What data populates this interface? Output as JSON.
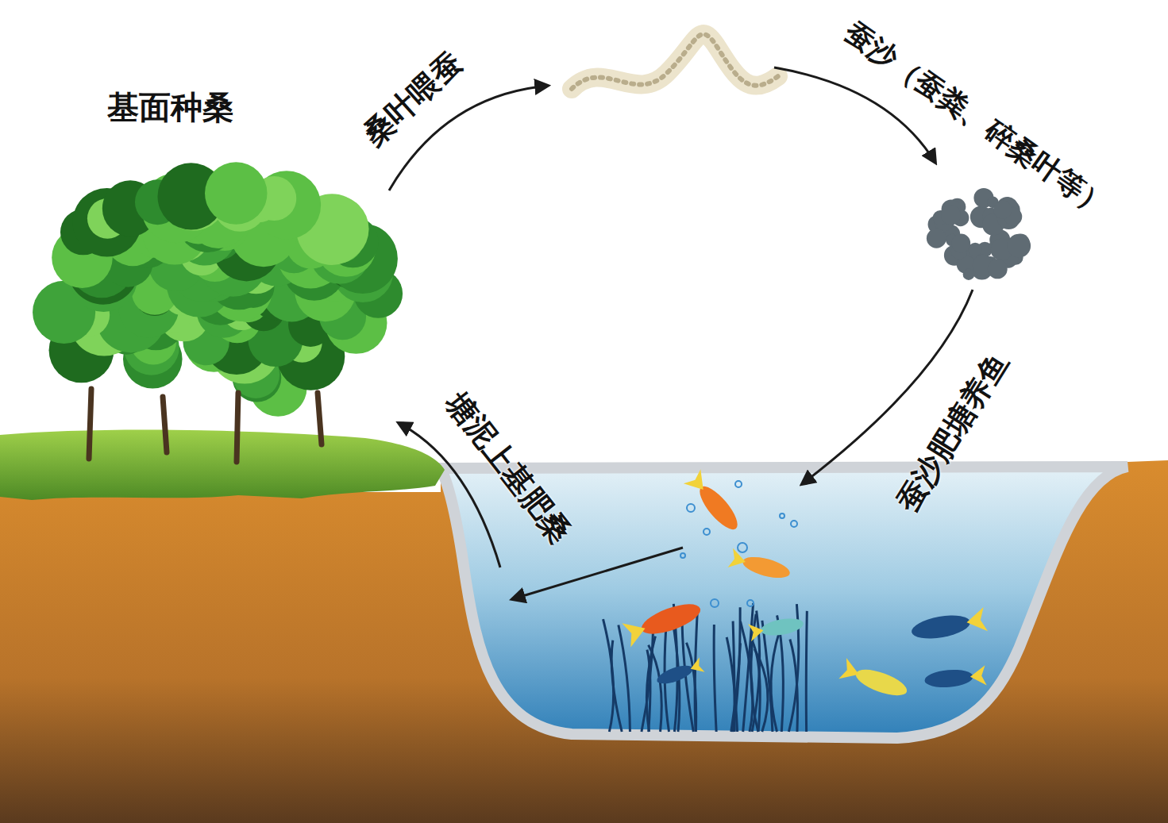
{
  "diagram": {
    "labels": [
      "基面种桑",
      "桑叶喂蚕",
      "蚕沙（蚕粪、碎桑叶等）",
      "蚕沙肥塘养鱼",
      "塘泥上基肥桑"
    ]
  }
}
